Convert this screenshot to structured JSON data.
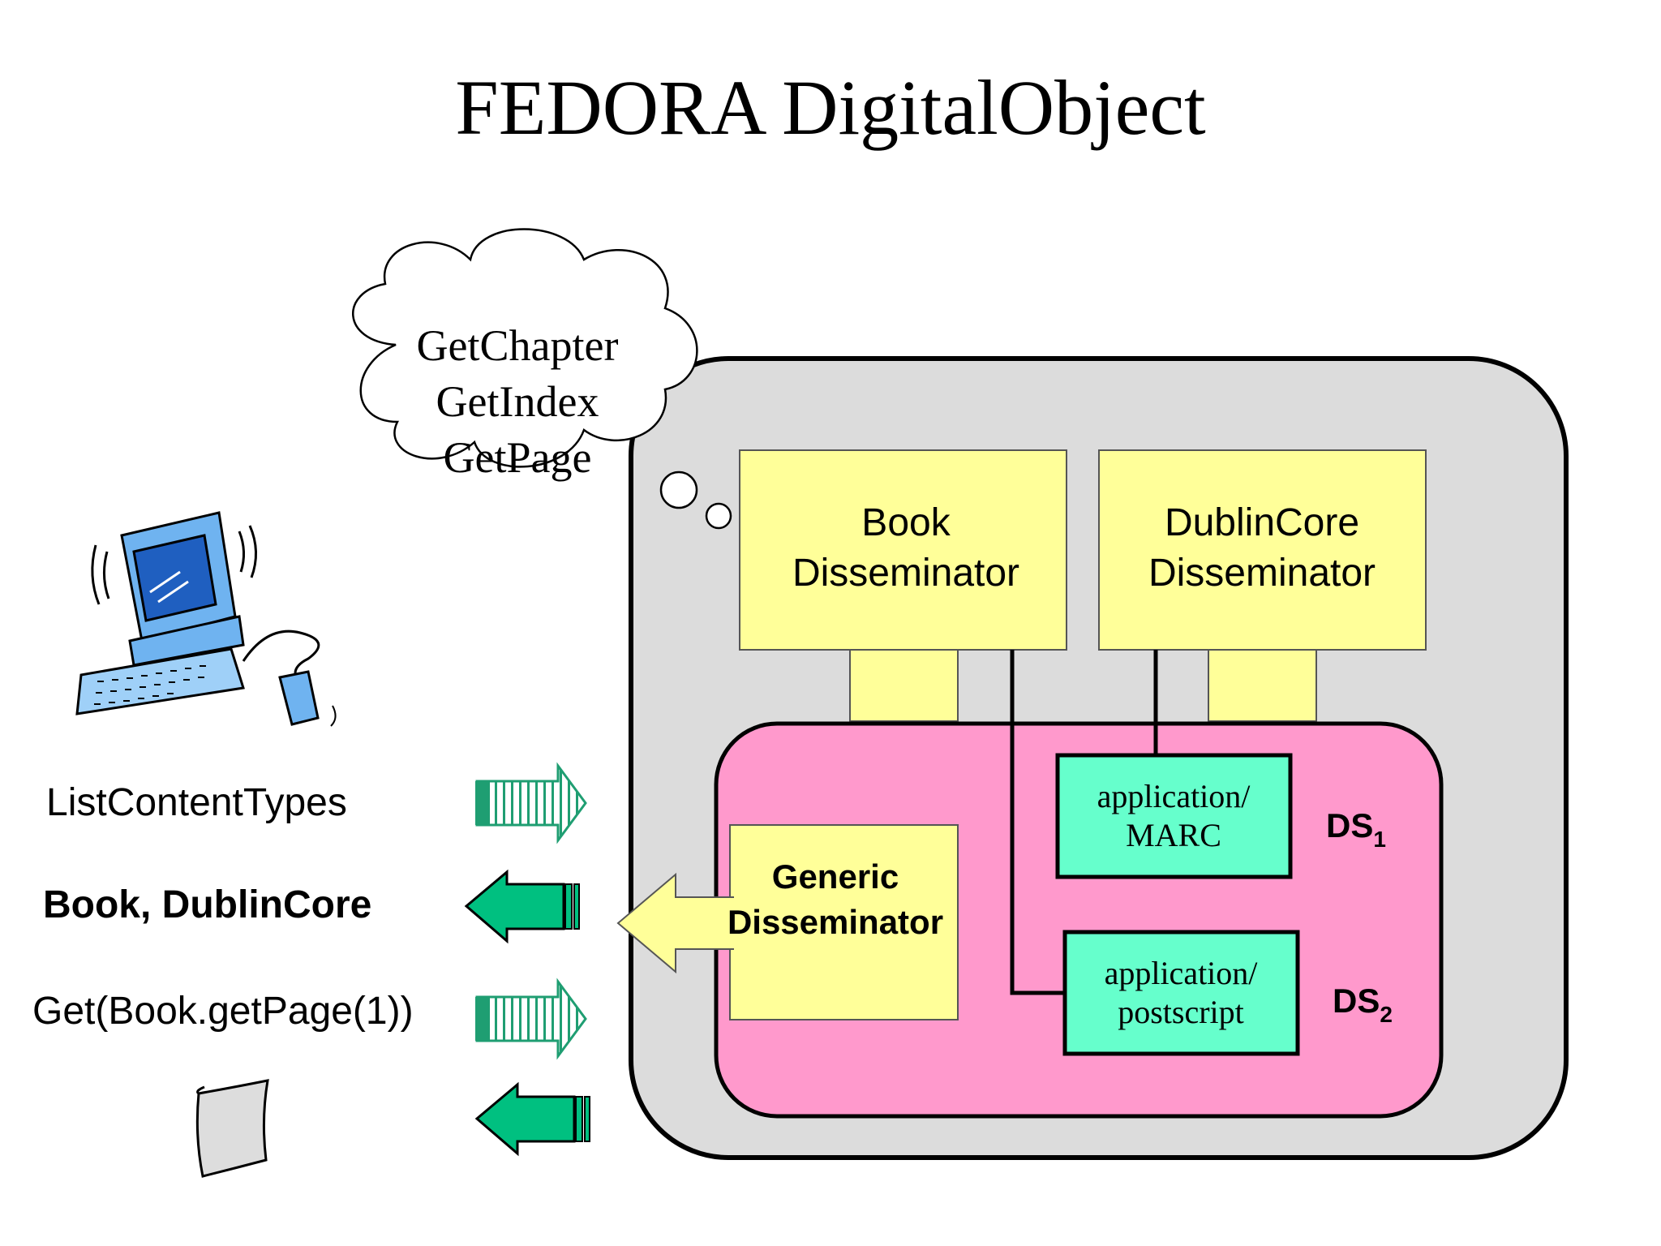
{
  "title": "FEDORA DigitalObject",
  "thought_cloud": {
    "lines": [
      "GetChapter",
      "GetIndex",
      "GetPage"
    ]
  },
  "disseminators": {
    "book": {
      "line1": "Book",
      "line2": "Disseminator"
    },
    "dublincore": {
      "line1": "DublinCore",
      "line2": "Disseminator"
    },
    "generic": {
      "line1": "Generic",
      "line2": "Disseminator"
    }
  },
  "datastreams": {
    "ds1": {
      "line1": "application/",
      "line2": "MARC",
      "label": "DS",
      "sub": "1"
    },
    "ds2": {
      "line1": "application/",
      "line2": "postscript",
      "label": "DS",
      "sub": "2"
    }
  },
  "requests": [
    {
      "text": "ListContentTypes",
      "direction": "right",
      "bold": false
    },
    {
      "text": "Book, DublinCore",
      "direction": "left",
      "bold": true
    },
    {
      "text": "Get(Book.getPage(1))",
      "direction": "right",
      "bold": false
    },
    {
      "text": "",
      "direction": "left",
      "bold": false
    }
  ],
  "colors": {
    "object_fill": "#dcdcdc",
    "datastream_area": "#ff99cc",
    "disseminator": "#ffff99",
    "datastream_box": "#66ffcc",
    "arrow_green": "#00c080",
    "computer_blue": "#6fb3f0"
  },
  "icons": [
    "computer-icon",
    "page-icon",
    "thought-cloud"
  ]
}
